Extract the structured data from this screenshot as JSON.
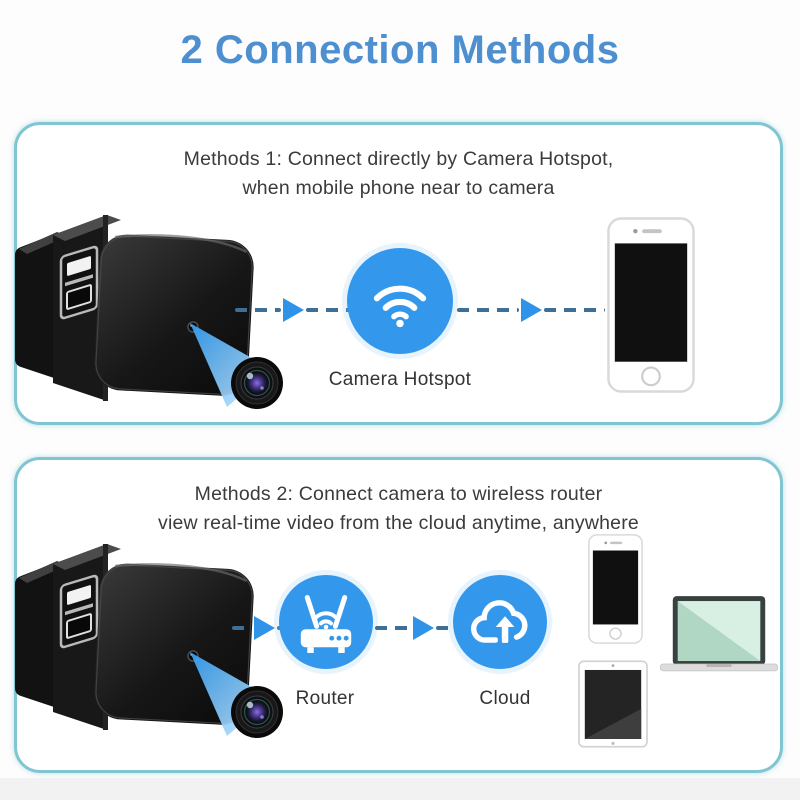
{
  "page": {
    "title": "2 Connection Methods"
  },
  "method1": {
    "heading_line1": "Methods 1: Connect directly by Camera Hotspot,",
    "heading_line2": "when mobile phone near to camera",
    "hotspot_label": "Camera Hotspot"
  },
  "method2": {
    "heading_line1": "Methods 2: Connect camera to wireless router",
    "heading_line2": "view real-time video from the cloud anytime, anywhere",
    "router_label": "Router",
    "cloud_label": "Cloud"
  },
  "icons": {
    "hotspot": "wifi-icon",
    "router": "router-icon",
    "cloud": "cloud-upload-icon",
    "phone": "smartphone-icon",
    "laptop": "laptop-icon",
    "tablet": "tablet-icon",
    "camera": "camera-lens-icon",
    "arrow": "dashed-arrow-right-icon"
  },
  "colors": {
    "title_blue": "#4e8fd0",
    "panel_border": "#7fc6d2",
    "icon_circle_blue": "#3398ec",
    "arrow_dash": "#3e6f97",
    "arrow_head": "#2f93ea",
    "heading_text": "#3b3b3b",
    "label_text": "#333333",
    "laptop_screen_dark": "#afd7c3",
    "laptop_screen_light": "#d8f0e4"
  }
}
